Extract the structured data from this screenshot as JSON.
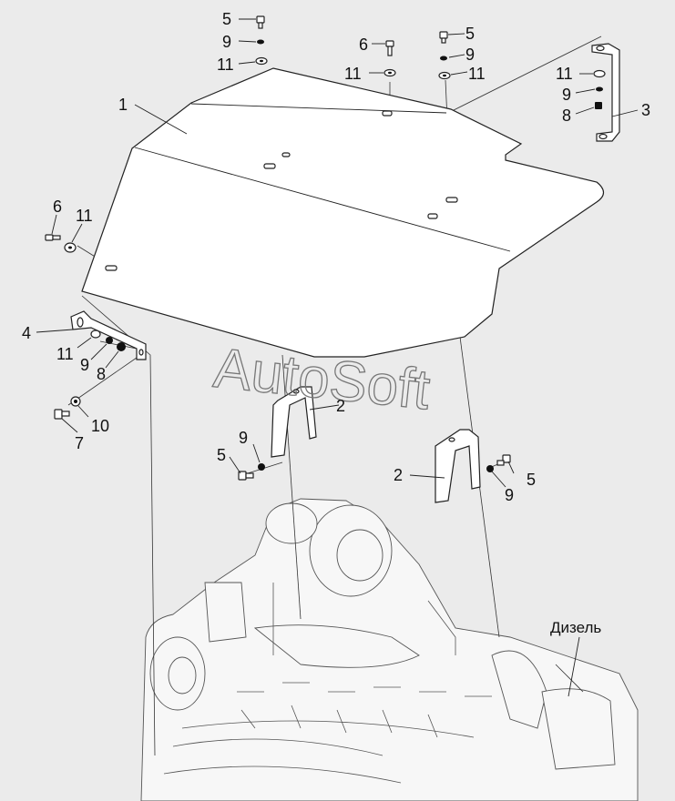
{
  "watermark": "AutoSoft",
  "callouts": {
    "c1": "1",
    "c2a": "2",
    "c2b": "2",
    "c3": "3",
    "c4": "4",
    "c5a": "5",
    "c9a": "9",
    "c11a": "11",
    "c6a": "6",
    "c11b": "11",
    "c5b": "5",
    "c9b": "9",
    "c11c": "11",
    "c11d": "11",
    "c9c": "9",
    "c8a": "8",
    "c6b": "6",
    "c11e": "11",
    "c11f": "11",
    "c9d": "9",
    "c8b": "8",
    "c10": "10",
    "c7": "7",
    "c5c": "5",
    "c9e": "9",
    "c5d": "5",
    "c9f": "9"
  },
  "engine_label": "Дизель",
  "colors": {
    "background": "#ebebeb",
    "line": "#222222",
    "watermark": "#777777"
  }
}
